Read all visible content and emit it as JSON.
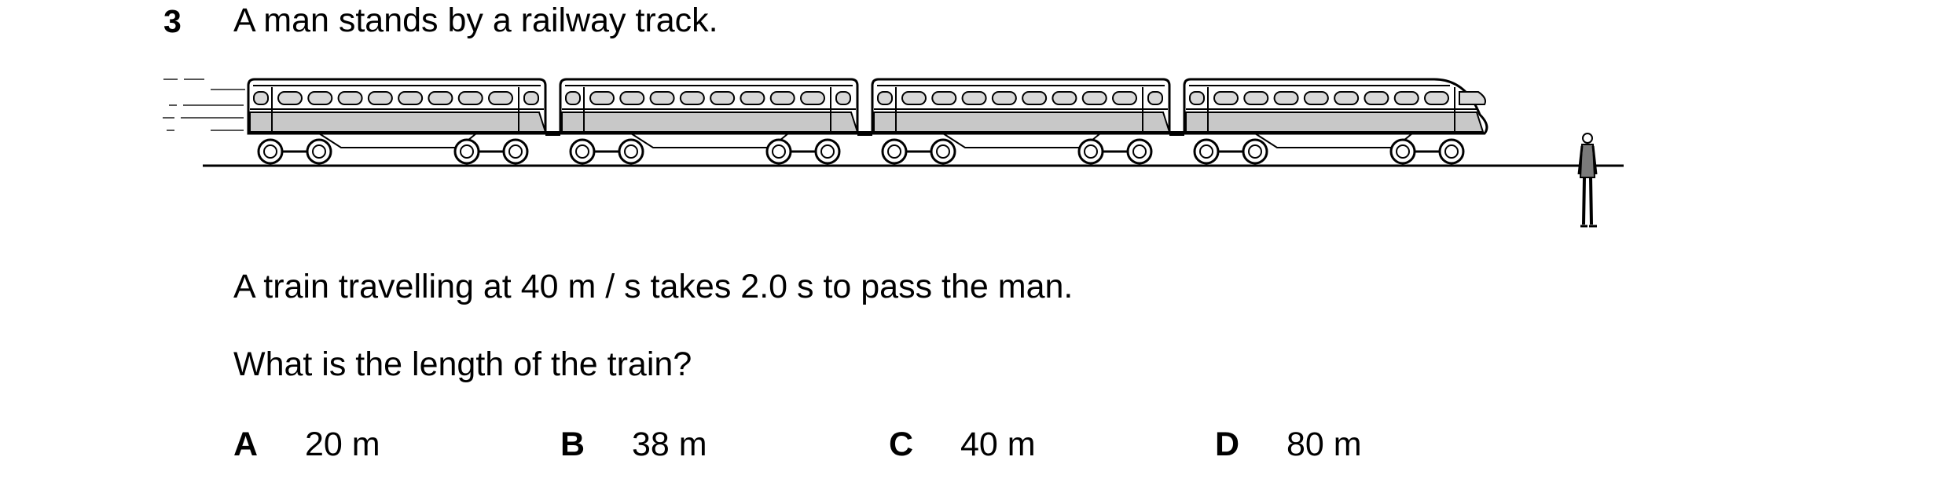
{
  "question": {
    "number": "3",
    "stem": "A man stands by a railway track.",
    "line2": "A train travelling at 40 m / s takes 2.0 s to pass the man.",
    "line3": "What is the length of the train?"
  },
  "options": [
    {
      "label": "A",
      "value": "20 m"
    },
    {
      "label": "B",
      "value": "38 m"
    },
    {
      "label": "C",
      "value": "40 m"
    },
    {
      "label": "D",
      "value": "80 m"
    }
  ],
  "figure": {
    "coach_count": 4,
    "windows_per_coach": 8
  }
}
